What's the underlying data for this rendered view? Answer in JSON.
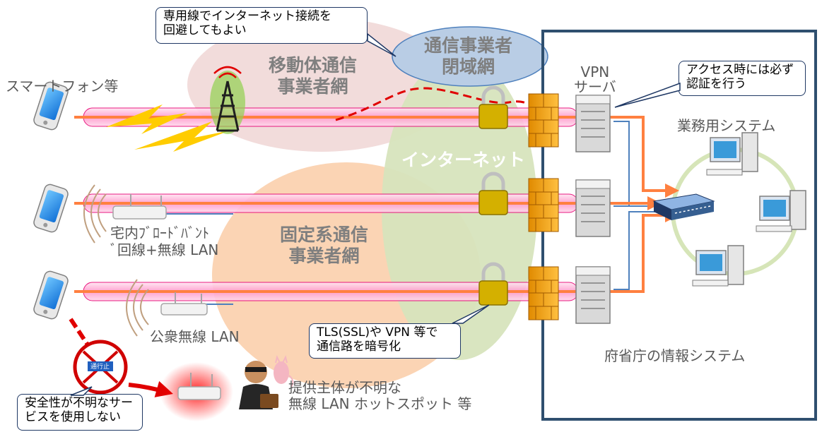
{
  "networks": {
    "mobile": "移動体通信\n事業者網",
    "closed": "通信事業者\n閉域網",
    "internet": "インターネット",
    "fixed": "固定系通信\n事業者網"
  },
  "devices": {
    "smartphone": "スマートフォン等",
    "home_broadband": "宅内ﾌﾞﾛｰﾄﾞﾊﾞﾝﾄ\nﾞ回線+無線 LAN",
    "public_wifi": "公衆無線 LAN",
    "unknown_hotspot": "提供主体が不明な\n 無線 LAN ホットスポット 等",
    "vpn_server": "VPN\nサーバ",
    "business_system": "業務用システム",
    "ministry_system": "府省庁の情報システム",
    "no_entry_sign": "通行止"
  },
  "callouts": {
    "dedicated_line": "専用線でインターネット接続を\n回避してもよい",
    "auth": "アクセス時には必ず\n認証を行う",
    "encryption": "TLS(SSL)や VPN 等で\n通信路を暗号化",
    "unsafe": "安全性が不明なサー\nビスを使用しない"
  },
  "colors": {
    "mobile_net": "#f2dcdb",
    "closed_net": "#b9cde5",
    "internet_net": "#d7e4bd",
    "fixed_net": "#fbd4b4",
    "tunnel": "#ffb3d9",
    "arrow": "#ff8040",
    "frame": "#2f4f6f",
    "warning": "#e00000"
  }
}
